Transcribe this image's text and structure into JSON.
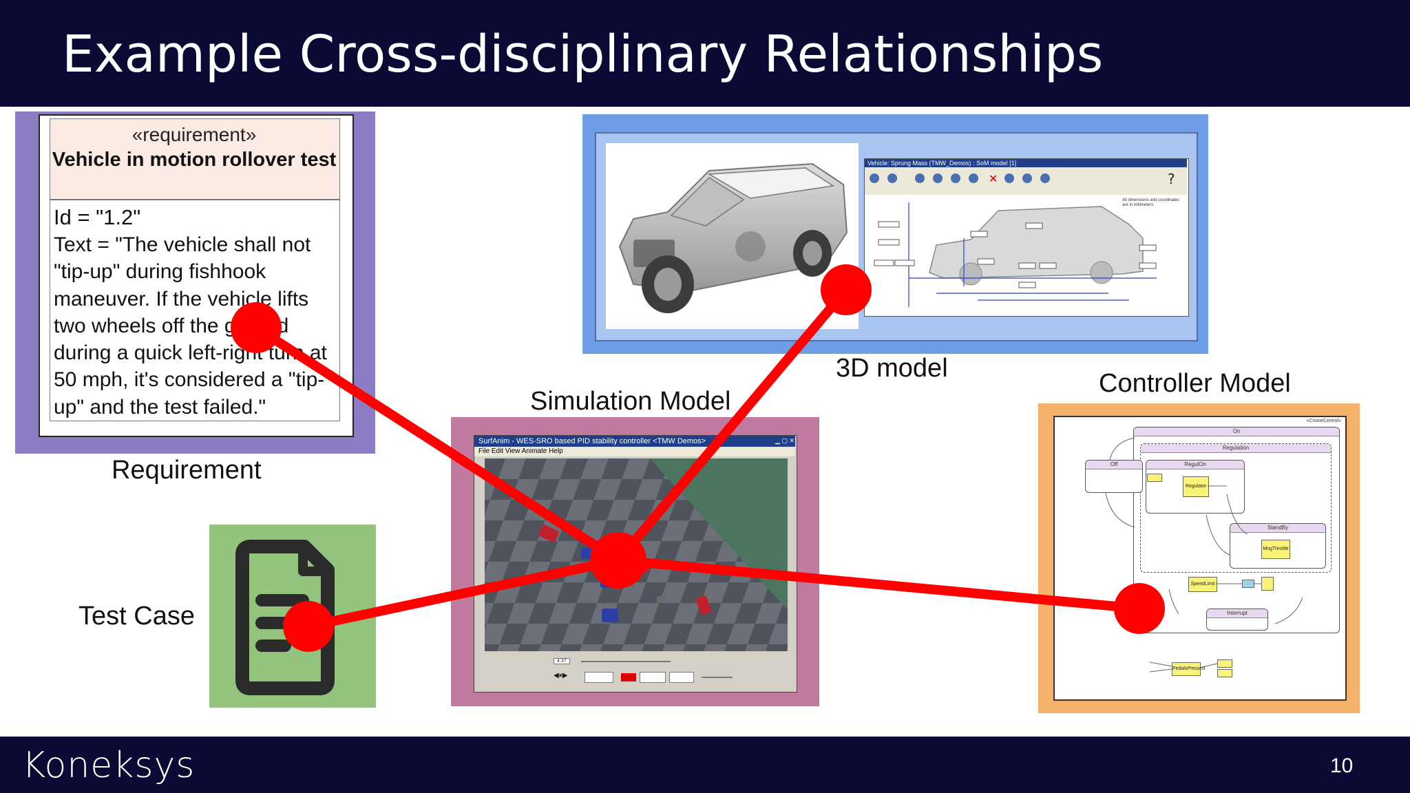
{
  "slide": {
    "title": "Example Cross-disciplinary Relationships",
    "logo": "Koneksys",
    "page_number": "10"
  },
  "labels": {
    "requirement": "Requirement",
    "test_case": "Test Case",
    "simulation_model": "Simulation Model",
    "model_3d": "3D model",
    "controller_model": "Controller Model"
  },
  "requirement_box": {
    "stereotype": "«requirement»",
    "name": "Vehicle in motion rollover test",
    "id_line": "Id = \"1.2\"",
    "text_line": "Text = \"The vehicle shall not \"tip-up\" during fishhook maneuver. If the vehicle lifts two wheels off the ground during a quick left-right turn at 50 mph, it's considered a \"tip-up\" and the test failed.\""
  },
  "simulation_window": {
    "title": "SurfAnim - WES-SRO based PID stability controller <TMW Demos>",
    "menu": "File   Edit   View   Animate   Help",
    "time": "4.37"
  },
  "model_3d_window": {
    "title": "Vehicle: Sprung Mass (TMW_Demos) : SoM model [1]",
    "note": "All dimensions and coordinates are in millimeters"
  },
  "controller_diagram": {
    "root": "«CruiseControl»",
    "on_state": "On",
    "off_state": "Off",
    "regulation": "Regulation",
    "regul_on": "RegulOn",
    "standby": "StandBy",
    "interrupt": "Interrupt",
    "blocks": {
      "regulator": "Regulator",
      "mng_throttle": "MngThrottle",
      "speed_limit": "SpeedLimit",
      "pedals_pressed": "PedalsPressed"
    }
  },
  "colors": {
    "header_bg": "#0a0a35",
    "connector": "#ff0000",
    "requirement_panel": "#8b7cc4",
    "test_case_panel": "#93c47d",
    "simulation_panel": "#c27ba0",
    "model_3d_panel": "#6f9de6",
    "controller_panel": "#f6b26b"
  },
  "icons": {
    "test_case": "document-lines-icon"
  }
}
